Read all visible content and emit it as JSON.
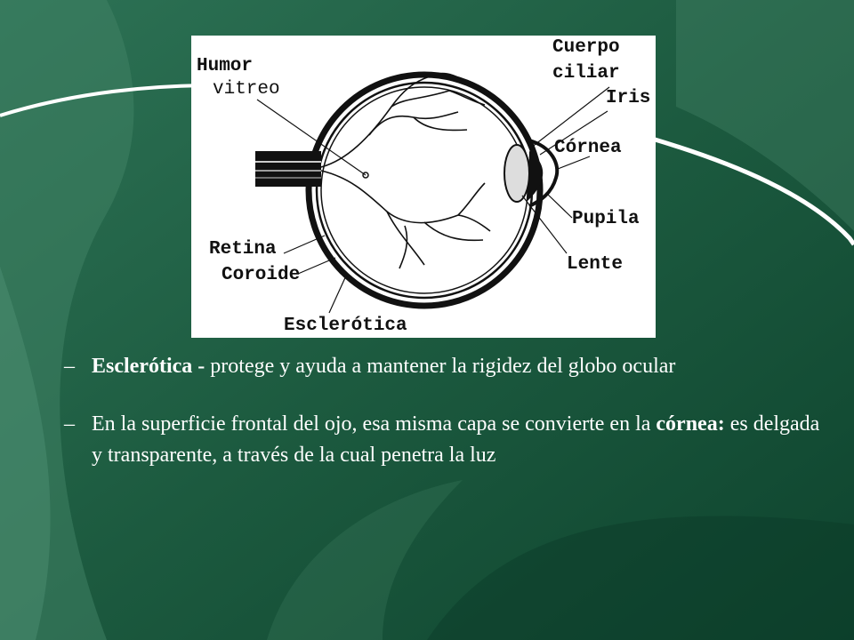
{
  "diagram": {
    "labels": {
      "humor_vitreo_1": "Humor",
      "humor_vitreo_2": "vitreo",
      "cuerpo_ciliar_1": "Cuerpo",
      "cuerpo_ciliar_2": "ciliar",
      "iris": "Iris",
      "cornea": "Córnea",
      "pupila": "Pupila",
      "lente": "Lente",
      "retina": "Retina",
      "coroide": "Coroide",
      "esclerotica": "Esclerótica"
    }
  },
  "bullets": [
    {
      "dash": "–",
      "term": "Esclerótica - ",
      "text": "protege y ayuda a mantener la rigidez del globo ocular"
    },
    {
      "dash": "–",
      "pre": "En la superficie frontal del ojo, esa misma capa se convierte en la ",
      "term": "córnea:",
      "text": " es delgada y transparente, a través de la cual penetra la luz"
    }
  ],
  "colors": {
    "background_dark": "#0f4a33",
    "background_mid": "#2a6e52",
    "background_light": "#4c8c6e",
    "curve_white": "#ffffff",
    "text_white": "#ffffff"
  }
}
